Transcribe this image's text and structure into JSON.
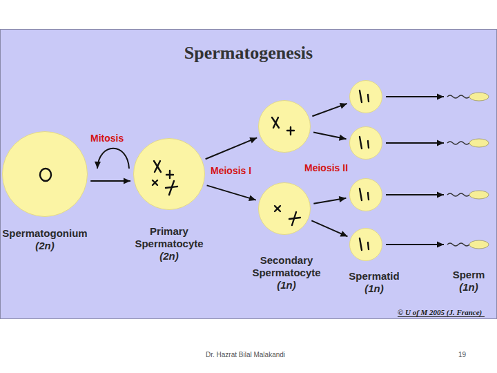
{
  "diagram": {
    "title": "Spermatogenesis",
    "nodes": [
      {
        "text": [
          "Spermatogonium",
          "(2n)"
        ]
      },
      {
        "text": [
          "Primary Spermatocyte",
          "(2n)"
        ]
      },
      {
        "text": []
      },
      {
        "text": [
          "Secondary Spermatocyte",
          "(1n)"
        ]
      },
      {
        "text": []
      },
      {
        "text": []
      },
      {
        "text": []
      },
      {
        "text": [
          "Spermatid",
          "(1n)"
        ]
      },
      {
        "text": []
      },
      {
        "text": []
      },
      {
        "text": []
      },
      {
        "text": [
          "Sperm",
          "(1n)"
        ]
      }
    ],
    "edges": [
      {
        "from": 0,
        "to": 1,
        "arrow": "to"
      },
      {
        "from": 1,
        "to": 0,
        "label": "Mitosis",
        "arrow": "to"
      },
      {
        "from": 1,
        "to": 2,
        "arrow": "to"
      },
      {
        "from": 1,
        "to": 3,
        "arrow": "to"
      },
      {
        "from": 2,
        "to": 4,
        "arrow": "to"
      },
      {
        "from": 2,
        "to": 5,
        "arrow": "to"
      },
      {
        "from": 3,
        "to": 6,
        "arrow": "to"
      },
      {
        "from": 3,
        "to": 7,
        "arrow": "to"
      },
      {
        "from": 4,
        "to": 8,
        "arrow": "to"
      },
      {
        "from": 5,
        "to": 9,
        "arrow": "to"
      },
      {
        "from": 6,
        "to": 10,
        "arrow": "to"
      },
      {
        "from": 7,
        "to": 11,
        "arrow": "to"
      }
    ],
    "labels": [
      "Meiosis I",
      "Meiosis II",
      "© U of M 2005 (J. France)",
      "Dr. Hazrat Bilal Malakandi",
      "19"
    ]
  }
}
